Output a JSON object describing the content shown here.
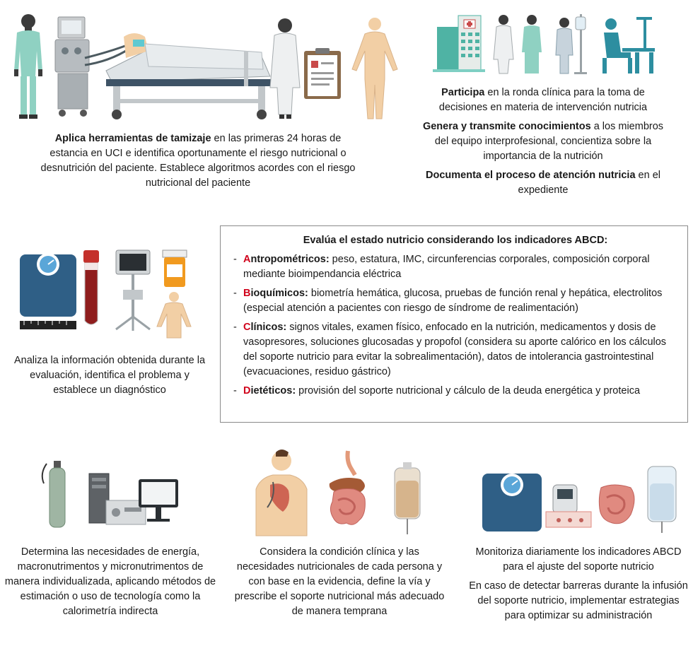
{
  "top_left": {
    "bold": "Aplica herramientas de tamizaje",
    "rest": " en las primeras 24 horas de estancia en UCI e identifica oportunamente el riesgo nutricional o desnutrición del paciente. Establece algoritmos acordes con el riesgo nutricional del paciente"
  },
  "top_right": [
    {
      "bold": "Participa",
      "rest": " en la ronda clínica para la toma de decisiones en materia de intervención nutricia"
    },
    {
      "bold": "Genera y transmite conocimientos",
      "rest": " a los miembros del equipo interprofesional, concientiza sobre la importancia de la nutrición"
    },
    {
      "bold": "Documenta el proceso de atención nutricia",
      "rest": " en el expediente"
    }
  ],
  "middle_left": "Analiza la información obtenida durante la evaluación, identifica el problema y establece un diagnóstico",
  "abcd": {
    "title": "Evalúa el estado nutricio considerando los indicadores ABCD:",
    "items": [
      {
        "dash": "-",
        "letter": "A",
        "label": "ntropométricos:",
        "text": " peso, estatura, IMC, circunferencias corporales, composición corporal mediante bioimpendancia eléctrica"
      },
      {
        "dash": "-",
        "letter": "B",
        "label": "ioquímicos:",
        "text": " biometría hemática, glucosa, pruebas de función renal y hepática, electrolitos (especial atención a pacientes con riesgo de síndrome de realimentación)"
      },
      {
        "dash": "-",
        "letter": "C",
        "label": "línicos:",
        "text": " signos vitales, examen físico, enfocado en la nutrición, medicamentos y dosis de vasopresores, soluciones glucosadas y propofol (considera su aporte calórico en los cálculos del soporte nutricio para evitar la sobrealimentación), datos de intolerancia gastrointestinal (evacuaciones, residuo gástrico)"
      },
      {
        "dash": "-",
        "letter": "D",
        "label": "ietéticos:",
        "text": " provisión del soporte nutricional y cálculo de la deuda energética y proteica"
      }
    ]
  },
  "bottom_left": "Determina las necesidades de energía, macronutrimentos y micronutrimentos de manera individualizada, aplicando métodos de estimación o uso de tecnología como la calorimetría indirecta",
  "bottom_center": "Considera la condición clínica y las necesidades nutricionales de cada persona y con base en la evidencia, define la vía y prescribe el soporte nutricional más adecuado de manera temprana",
  "bottom_right": [
    "Monitoriza diariamente los indicadores ABCD para el ajuste del soporte nutricio",
    "En caso de detectar barreras durante la infusión del soporte nutricio, implementar estrategias para optimizar su administración"
  ],
  "colors": {
    "scrubs": "#8fd1c2",
    "dark_figure": "#3b3b3b",
    "skin": "#f2cfa5",
    "scale": "#2f5f86",
    "dial": "#5aa6d8",
    "red_letter": "#d0021b",
    "teal_icon": "#2d8ea0"
  },
  "icons": [
    "nurse-icon",
    "ventilator-icon",
    "icu-bed-icon",
    "doctor-icon",
    "clipboard-icon",
    "body-icon",
    "hospital-building-icon",
    "iv-patient-icon",
    "computer-worker-icon",
    "weight-scale-icon",
    "blood-tube-icon",
    "monitor-stand-icon",
    "pill-bottle-icon",
    "gas-cylinder-icon",
    "calorimeter-computer-icon",
    "torso-organs-icon",
    "intestine-icon",
    "enteral-bag-icon",
    "glucometer-icon",
    "iv-bag-icon"
  ]
}
